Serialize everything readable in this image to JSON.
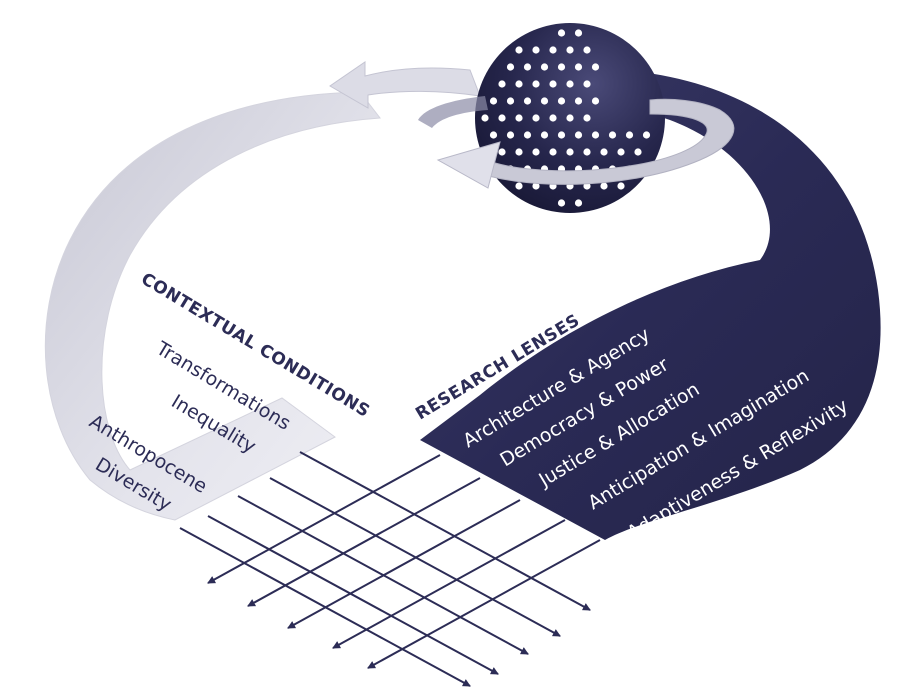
{
  "contextual": {
    "heading": "CONTEXTUAL CONDITIONS",
    "items": [
      "Transformations",
      "Inequality",
      "Anthropocene",
      "Diversity"
    ]
  },
  "research": {
    "heading": "RESEARCH LENSES",
    "items": [
      "Architecture & Agency",
      "Democracy & Power",
      "Justice & Allocation",
      "Anticipation & Imagination",
      "Adaptiveness & Reflexivity"
    ]
  },
  "colors": {
    "navy": "#2c2c56",
    "navy_dark": "#1b1b3a",
    "light": "#e2e2ea",
    "light_shade": "#b9b9c8",
    "dots": "#ffffff"
  }
}
